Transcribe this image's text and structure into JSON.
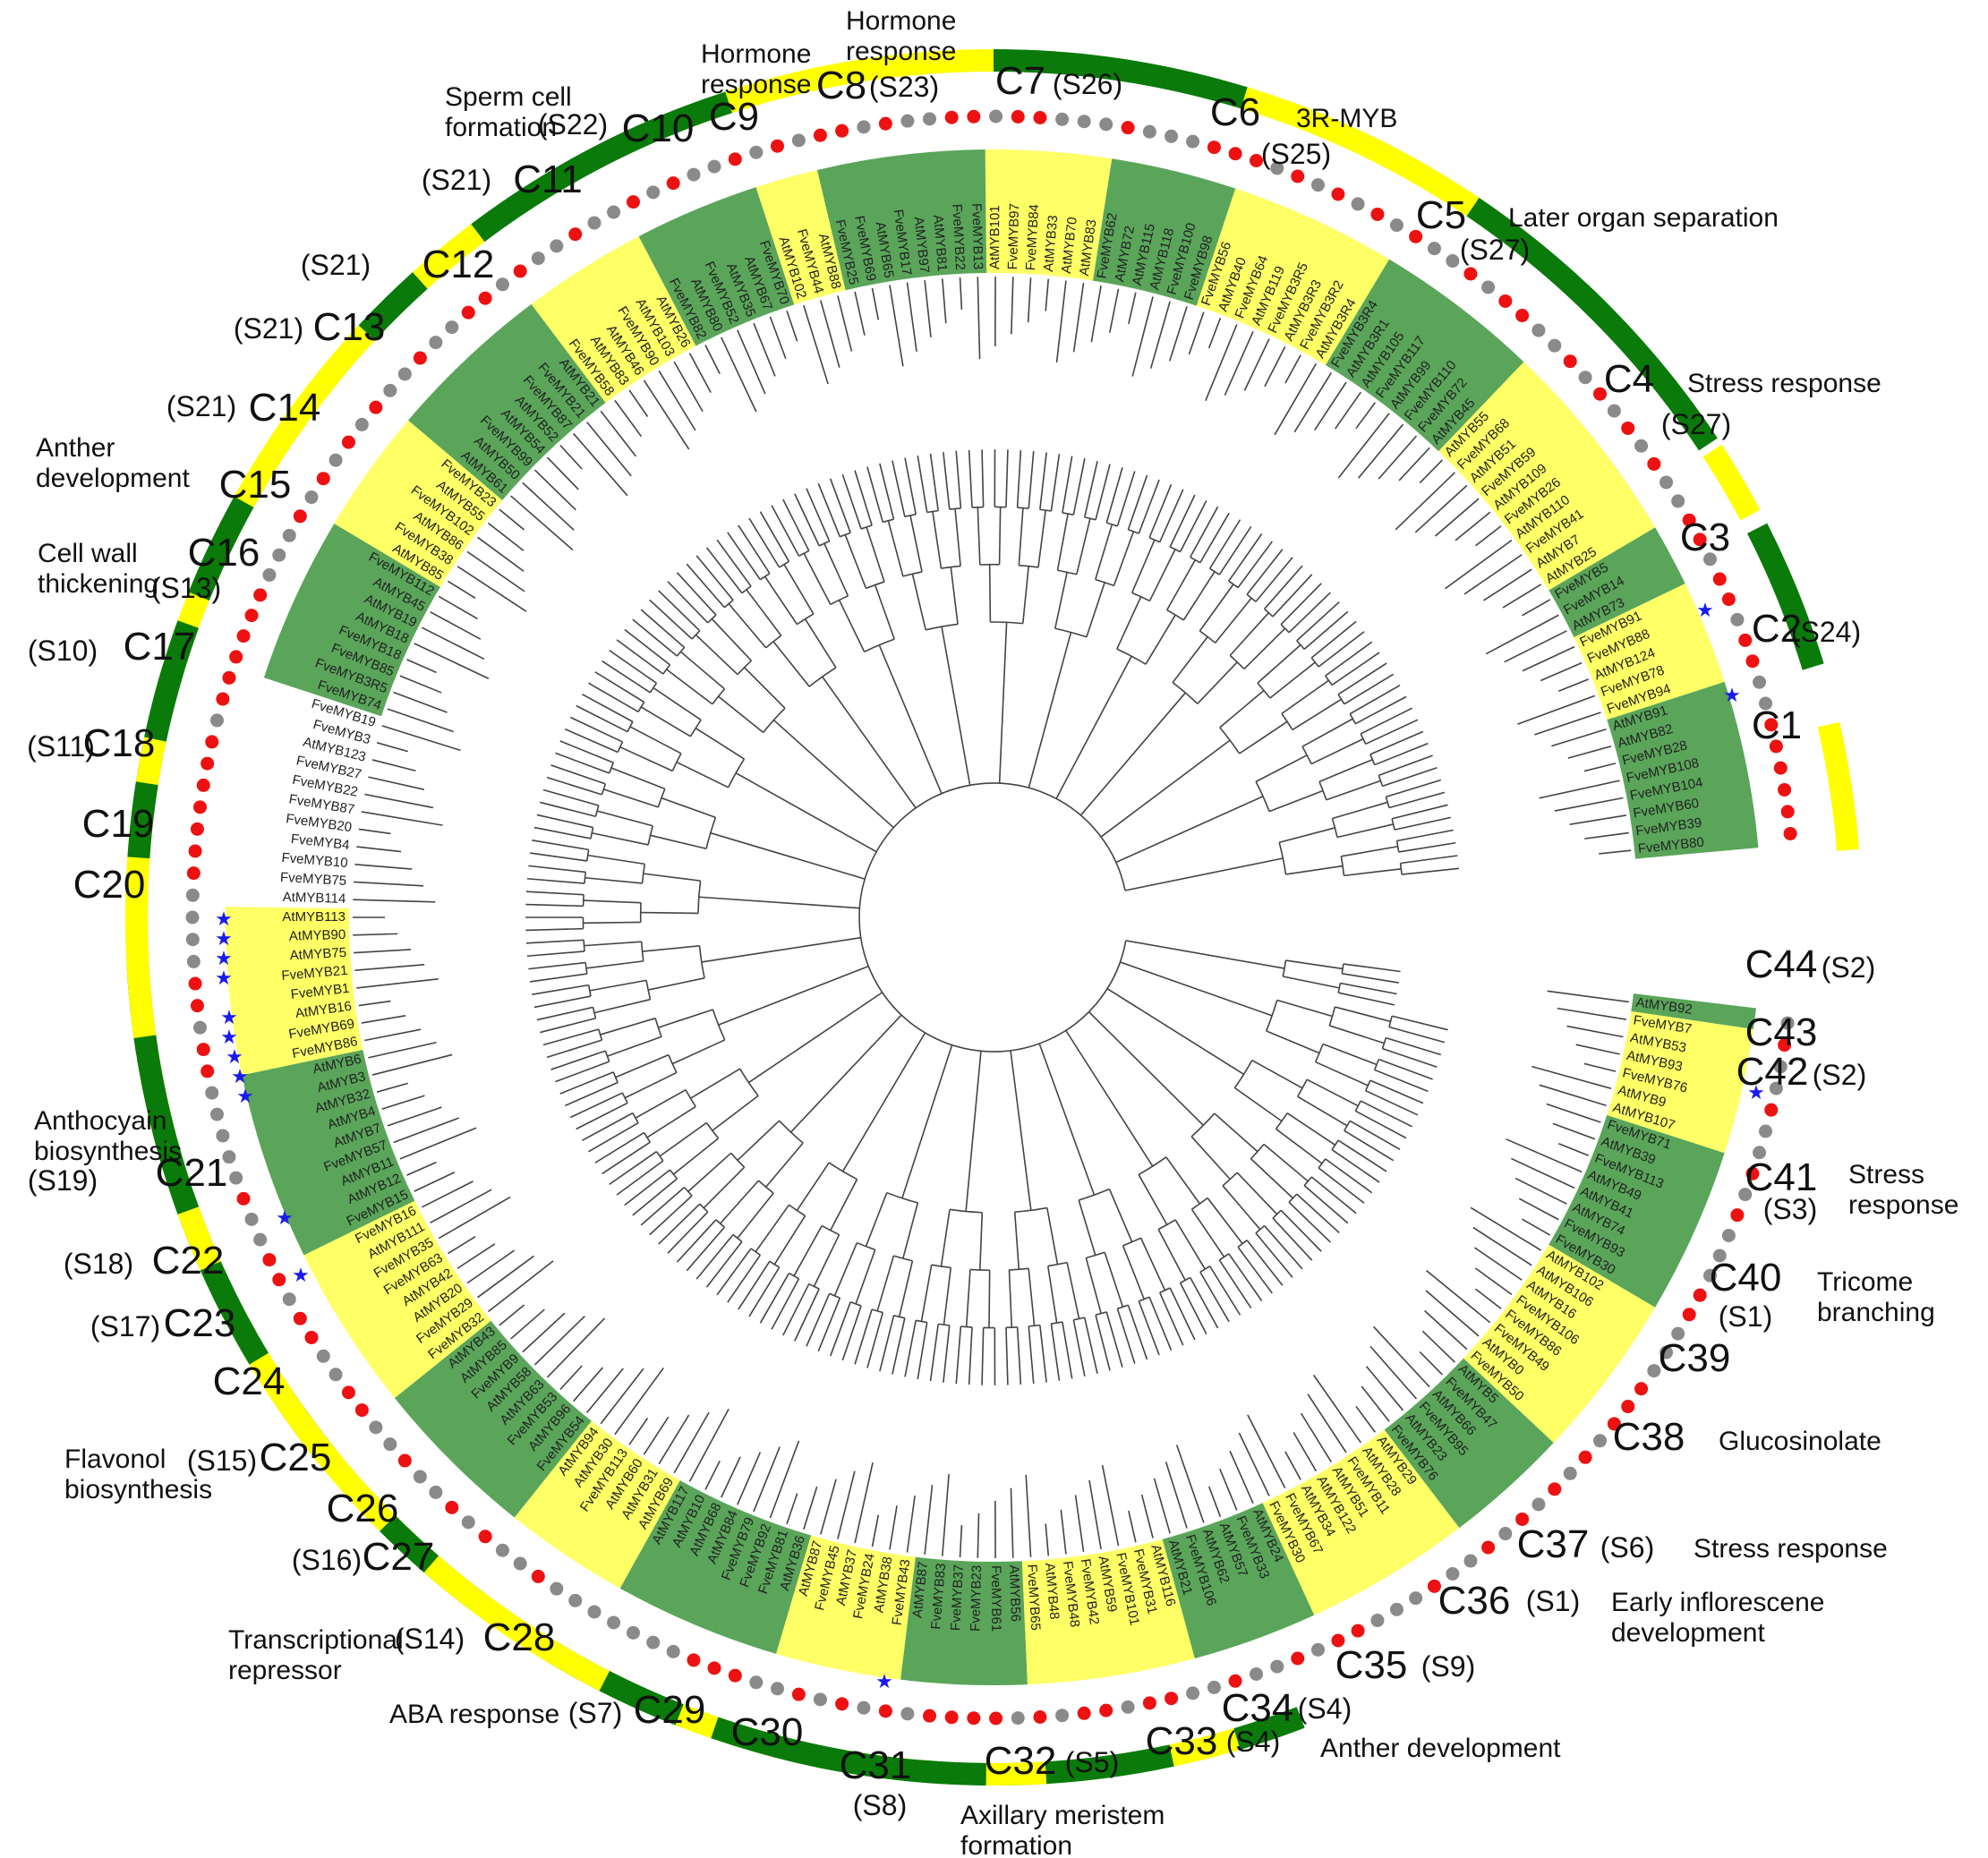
{
  "colors": {
    "dark_green": "#0a7a0a",
    "yellow": "#ffff00",
    "leaf_green": "#5aa55a",
    "leaf_yellow": "#ffff66",
    "dot_red": "#ee1111",
    "dot_gray": "#8a8a8a",
    "star_blue": "#1a1aee"
  },
  "clades": [
    {
      "id": "C1",
      "sub": "",
      "fn": "",
      "color": "yellow"
    },
    {
      "id": "C2",
      "sub": "(S24)",
      "fn": "",
      "color": "dark_green"
    },
    {
      "id": "C3",
      "sub": "",
      "fn": "",
      "color": "yellow"
    },
    {
      "id": "C4",
      "sub": "(S27)",
      "fn": "Stress response",
      "color": "dark_green"
    },
    {
      "id": "C5",
      "sub": "(S27)",
      "fn": "Later organ separation",
      "color": "yellow"
    },
    {
      "id": "C6",
      "sub": "(S25)",
      "fn": "3R-MYB",
      "color": "dark_green"
    },
    {
      "id": "C7",
      "sub": "(S26)",
      "fn": "",
      "color": "yellow"
    },
    {
      "id": "C8",
      "sub": "(S23)",
      "fn": "Hormone response",
      "color": "dark_green"
    },
    {
      "id": "C9",
      "sub": "",
      "fn": "Hormone response",
      "color": "yellow"
    },
    {
      "id": "C10",
      "sub": "(S22)",
      "fn": "Sperm cell formation",
      "color": "dark_green"
    },
    {
      "id": "C11",
      "sub": "(S21)",
      "fn": "",
      "color": "yellow"
    },
    {
      "id": "C12",
      "sub": "(S21)",
      "fn": "",
      "color": "dark_green"
    },
    {
      "id": "C13",
      "sub": "(S21)",
      "fn": "",
      "color": "yellow"
    },
    {
      "id": "C14",
      "sub": "(S21)",
      "fn": "",
      "color": "dark_green"
    },
    {
      "id": "C15",
      "sub": "",
      "fn": "Anther development",
      "color": "yellow"
    },
    {
      "id": "C16",
      "sub": "(S13)",
      "fn": "Cell wall thickening",
      "color": "dark_green"
    },
    {
      "id": "C17",
      "sub": "(S10)",
      "fn": "",
      "color": "yellow"
    },
    {
      "id": "C18",
      "sub": "(S11)",
      "fn": "",
      "color": "dark_green"
    },
    {
      "id": "C19",
      "sub": "",
      "fn": "",
      "color": "yellow"
    },
    {
      "id": "C20",
      "sub": "",
      "fn": "",
      "color": "dark_green"
    },
    {
      "id": "C21",
      "sub": "(S19)",
      "fn": "Anthocyain biosynthesis",
      "color": "yellow"
    },
    {
      "id": "C22",
      "sub": "(S18)",
      "fn": "",
      "color": "dark_green"
    },
    {
      "id": "C23",
      "sub": "(S17)",
      "fn": "",
      "color": "yellow"
    },
    {
      "id": "C24",
      "sub": "",
      "fn": "",
      "color": "dark_green"
    },
    {
      "id": "C25",
      "sub": "(S15)",
      "fn": "Flavonol biosynthesis",
      "color": "yellow"
    },
    {
      "id": "C26",
      "sub": "",
      "fn": "",
      "color": "dark_green"
    },
    {
      "id": "C27",
      "sub": "(S16)",
      "fn": "",
      "color": "yellow"
    },
    {
      "id": "C28",
      "sub": "(S14)",
      "fn": "Transcriptional repressor",
      "color": "dark_green"
    },
    {
      "id": "C29",
      "sub": "(S7)",
      "fn": "ABA response",
      "color": "yellow"
    },
    {
      "id": "C30",
      "sub": "",
      "fn": "",
      "color": "dark_green"
    },
    {
      "id": "C31",
      "sub": "(S8)",
      "fn": "",
      "color": "yellow"
    },
    {
      "id": "C32",
      "sub": "(S5)",
      "fn": "Axillary meristem formation",
      "color": "dark_green"
    },
    {
      "id": "C33",
      "sub": "(S4)",
      "fn": "Anther development",
      "color": "yellow"
    },
    {
      "id": "C34",
      "sub": "(S4)",
      "fn": "",
      "color": "dark_green"
    },
    {
      "id": "C35",
      "sub": "(S9)",
      "fn": "",
      "color": "yellow"
    },
    {
      "id": "C36",
      "sub": "(S1)",
      "fn": "Early inflorescene development",
      "color": "dark_green"
    },
    {
      "id": "C37",
      "sub": "(S6)",
      "fn": "Stress response",
      "color": "yellow"
    },
    {
      "id": "C38",
      "sub": "",
      "fn": "Glucosinolate",
      "color": "dark_green"
    },
    {
      "id": "C39",
      "sub": "",
      "fn": "",
      "color": "yellow"
    },
    {
      "id": "C40",
      "sub": "(S1)",
      "fn": "Tricome branching",
      "color": "dark_green"
    },
    {
      "id": "C41",
      "sub": "(S3)",
      "fn": "Stress response",
      "color": "yellow"
    },
    {
      "id": "C42",
      "sub": "(S2)",
      "fn": "",
      "color": "dark_green"
    },
    {
      "id": "C43",
      "sub": "",
      "fn": "",
      "color": "yellow"
    },
    {
      "id": "C44",
      "sub": "(S2)",
      "fn": "",
      "color": "dark_green"
    }
  ],
  "leaves": [
    "FveMYB80",
    "FveMYB39",
    "FveMYB60",
    "FveMYB104",
    "FveMYB108",
    "FveMYB28",
    "AtMYB82",
    "AtMYB91",
    "FveMYB94",
    "FveMYB78",
    "AtMYB124",
    "FveMYB88",
    "FveMYB91",
    "AtMYB73",
    "FveMYB14",
    "FveMYB5",
    "AtMYB25",
    "AtMYB7",
    "FveMYB41",
    "AtMYB110",
    "FveMYB26",
    "AtMYB109",
    "FveMYB59",
    "AtMYB51",
    "FveMYB68",
    "AtMYB55",
    "AtMYB45",
    "FveMYB72",
    "FveMYB110",
    "AtMYB99",
    "FveMYB117",
    "AtMYB105",
    "AtMYB3R1",
    "FveMYB3R4",
    "AtMYB3R4",
    "FveMYB3R2",
    "AtMYB3R3",
    "FveMYB3R5",
    "AtMYB119",
    "FveMYB64",
    "AtMYB40",
    "FveMYB56",
    "FveMYB98",
    "FveMYB100",
    "AtMYB118",
    "AtMYB115",
    "AtMYB72",
    "FveMYB62",
    "AtMYB83",
    "AtMYB70",
    "AtMYB33",
    "FveMYB84",
    "FveMYB97",
    "AtMYB101",
    "FveMYB13",
    "FveMYB22",
    "AtMYB81",
    "AtMYB97",
    "FveMYB17",
    "AtMYB65",
    "FveMYB69",
    "FveMYB25",
    "AtMYB88",
    "FveMYB44",
    "AtMYB102",
    "FveMYB70",
    "AtMYB67",
    "AtMYB35",
    "FveMYB52",
    "AtMYB80",
    "FveMYB82",
    "AtMYB26",
    "AtMYB103",
    "FveMYB90",
    "AtMYB46",
    "AtMYB83",
    "FveMYB58",
    "AtMYB21",
    "FveMYB21",
    "FveMYB87",
    "AtMYB52",
    "AtMYB54",
    "FveMYB99",
    "AtMYB50",
    "AtMYB61",
    "FveMYB23",
    "AtMYB55",
    "FveMYB102",
    "AtMYB86",
    "FveMYB38",
    "AtMYB85",
    "FveMYB112",
    "AtMYB45",
    "AtMYB19",
    "AtMYB18",
    "FveMYB18",
    "FveMYB85",
    "FveMYB3R5",
    "FveMYB74",
    "FveMYB19",
    "FveMYB3",
    "AtMYB123",
    "FveMYB27",
    "FveMYB22",
    "FveMYB87",
    "FveMYB20",
    "FveMYB4",
    "FveMYB10",
    "FveMYB75",
    "AtMYB114",
    "AtMYB113",
    "AtMYB90",
    "AtMYB75",
    "FveMYB21",
    "FveMYB1",
    "AtMYB16",
    "FveMYB69",
    "FveMYB86",
    "AtMYB6",
    "AtMYB3",
    "AtMYB32",
    "AtMYB4",
    "AtMYB7",
    "FveMYB57",
    "AtMYB11",
    "AtMYB12",
    "FveMYB15",
    "FveMYB16",
    "AtMYB111",
    "FveMYB35",
    "FveMYB63",
    "AtMYB42",
    "AtMYB20",
    "FveMYB29",
    "FveMYB32",
    "AtMYB43",
    "AtMYB85",
    "FveMYB9",
    "AtMYB58",
    "AtMYB63",
    "FveMYB53",
    "AtMYB96",
    "FveMYB54",
    "AtMYB94",
    "AtMYB30",
    "FveMYB113",
    "AtMYB60",
    "AtMYB31",
    "AtMYB69",
    "AtMYB117",
    "AtMYB10",
    "AtMYB68",
    "AtMYB84",
    "FveMYB79",
    "FveMYB92",
    "FveMYB81",
    "AtMYB36",
    "AtMYB87",
    "FveMYB45",
    "AtMYB37",
    "FveMYB24",
    "AtMYB38",
    "FveMYB43",
    "AtMYB87",
    "FveMYB83",
    "FveMYB37",
    "FveMYB23",
    "FveMYB61",
    "AtMYB56",
    "FveMYB65",
    "AtMYB48",
    "FveMYB48",
    "FveMYB42",
    "AtMYB59",
    "FveMYB101",
    "FveMYB31",
    "AtMYB116",
    "AtMYB21",
    "FveMYB106",
    "AtMYB62",
    "AtMYB57",
    "FveMYB33",
    "AtMYB24",
    "FveMYB30",
    "FveMYB67",
    "AtMYB34",
    "AtMYB122",
    "AtMYB51",
    "FveMYB11",
    "AtMYB28",
    "AtMYB29",
    "FveMYB76",
    "AtMYB23",
    "FveMYB95",
    "AtMYB66",
    "FveMYB47",
    "AtMYB5",
    "FveMYB50",
    "AtMYB0",
    "FveMYB49",
    "FveMYB86",
    "FveMYB106",
    "AtMYB16",
    "AtMYB106",
    "AtMYB102",
    "FveMYB30",
    "FveMYB93",
    "AtMYB74",
    "AtMYB41",
    "AtMYB49",
    "FveMYB113",
    "AtMYB39",
    "FveMYB71",
    "AtMYB107",
    "AtMYB9",
    "FveMYB76",
    "AtMYB93",
    "AtMYB53",
    "FveMYB7",
    "AtMYB92"
  ]
}
